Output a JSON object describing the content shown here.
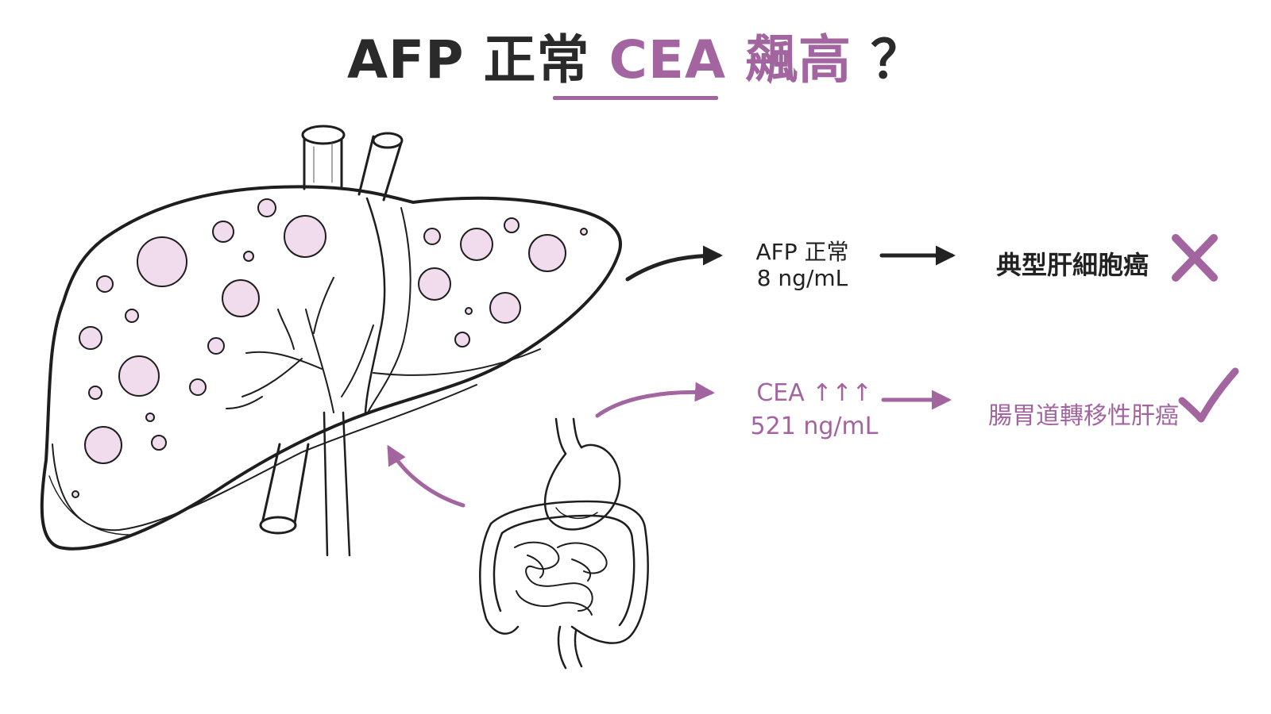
{
  "title": {
    "part1": "AFP 正常",
    "part2": "CEA 飆高",
    "part3": "？"
  },
  "afp": {
    "label": "AFP 正常",
    "value": "8 ng/mL",
    "result": "典型肝細胞癌",
    "mark": "cross-icon"
  },
  "cea": {
    "label": "CEA ↑↑↑",
    "value": "521 ng/mL",
    "result": "腸胃道轉移性肝癌",
    "mark": "check-icon"
  },
  "colors": {
    "accent": "#a3659f",
    "ink": "#222222",
    "nodule_fill": "#f1dcee"
  }
}
